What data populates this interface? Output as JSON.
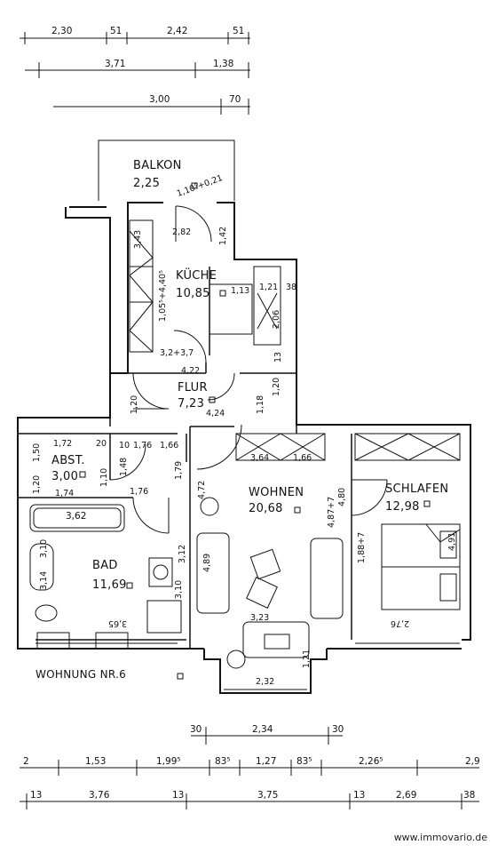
{
  "plan": {
    "apartment_label": "WOHNUNG NR.6",
    "watermark": "www.immovario.de",
    "rooms": [
      {
        "name": "BALKON",
        "area": "2,25"
      },
      {
        "name": "KÜCHE",
        "area": "10,85"
      },
      {
        "name": "FLUR",
        "area": "7,23"
      },
      {
        "name": "ABST.",
        "area": "3,00"
      },
      {
        "name": "BAD",
        "area": "11,69"
      },
      {
        "name": "WOHNEN",
        "area": "20,68"
      },
      {
        "name": "SCHLAFEN",
        "area": "12,98"
      }
    ],
    "top_dimensions": {
      "row1": [
        "2,30",
        "51",
        "2,42",
        "51"
      ],
      "row2": [
        "3,71",
        "1,38"
      ],
      "row3": [
        "3,00",
        "70"
      ]
    },
    "bottom_dimensions": {
      "row1": [
        "30",
        "2,34",
        "30"
      ],
      "row2": [
        "2",
        "1,53",
        "1,99⁵",
        "83⁵",
        "1,27",
        "83⁵",
        "2,26⁵",
        "2,9"
      ],
      "row3": [
        "13",
        "3,76",
        "13",
        "3,75",
        "13",
        "2,69",
        "38"
      ]
    },
    "interior_dimensions": {
      "balkon_window": "1,10⁵+0,21",
      "kueche_h1": "3,43",
      "kueche_w": "2,82",
      "kueche_w2": "1,42",
      "kueche_d1": "1,05⁵+4,40⁵",
      "kueche_d2": "1,13",
      "kueche_d3": "1,21",
      "kueche_d4": "2,06",
      "kueche_d5": "38",
      "kueche_d6": "3,2+3,7",
      "kueche_d7": "4,22",
      "kueche_d8": "13",
      "flur_w": "4,24",
      "flur_h1": "1,20",
      "flur_h2": "1,18",
      "flur_h3": "1,20",
      "abst_a": "1,72",
      "abst_b": "20",
      "abst_c": "10",
      "abst_d": "1,76",
      "abst_e": "1,66",
      "abst_f": "1,50",
      "abst_g": "1,20",
      "abst_h": "1,10",
      "abst_i": "1,74",
      "abst_j": "1,76",
      "abst_k": "1,48",
      "bad_a": "3,62",
      "bad_b": "3,10",
      "bad_c": "3,14",
      "bad_d": "3,12",
      "bad_e": "3,10",
      "bad_f": "3,65",
      "wohnen_a": "4,72",
      "wohnen_b": "1,79",
      "wohnen_c": "3,64",
      "wohnen_d": "1,66",
      "wohnen_e": "4,87+7",
      "wohnen_f": "4,80",
      "wohnen_g": "4,89",
      "wohnen_h": "3,23",
      "wohnen_i": "1,21",
      "wohnen_j": "2,32",
      "schlafen_a": "1,88+7",
      "schlafen_b": "4,91",
      "schlafen_c": "2,76"
    }
  }
}
